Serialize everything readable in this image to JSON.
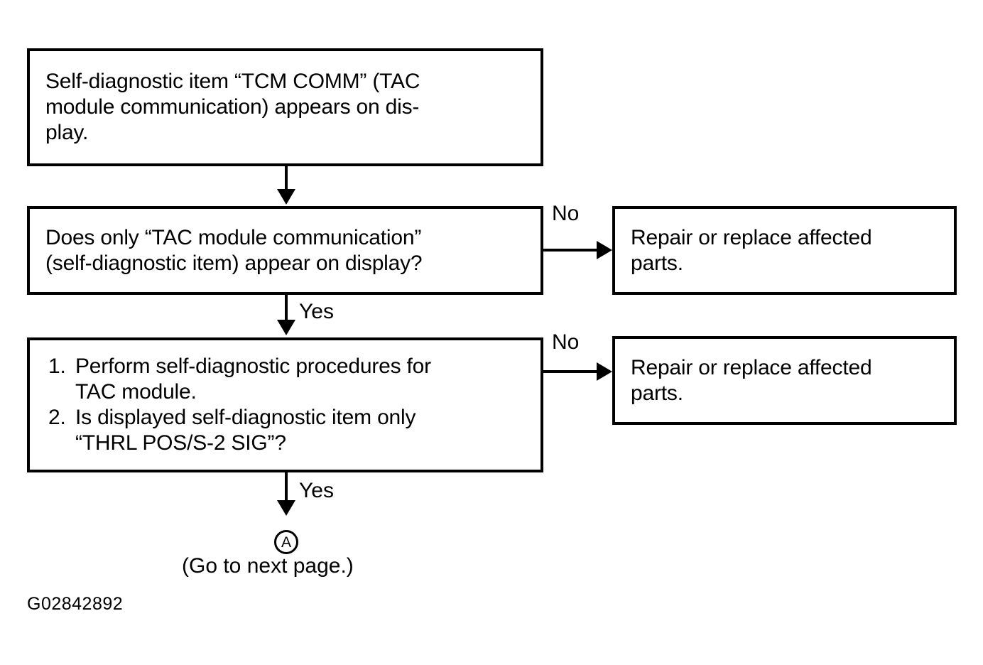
{
  "figure": {
    "id_label": "G02842892",
    "type": "flowchart",
    "title": ""
  },
  "nodes": {
    "start": {
      "name": "self-diagnostic-item-box",
      "text": "Self-diagnostic item “TCM COMM” (TAC\nmodule communication) appears on dis-\nplay."
    },
    "decision1": {
      "name": "decision-only-tac-module-communication",
      "text": "Does only “TAC module communication”\n(self-diagnostic item) appear on display?"
    },
    "decision2": {
      "name": "decision-perform-self-diagnostic",
      "items": [
        {
          "number": "1.",
          "text": "Perform self-diagnostic procedures for\nTAC module."
        },
        {
          "number": "2.",
          "text": "Is displayed self-diagnostic item only\n“THRL POS/S-2 SIG”?"
        }
      ]
    },
    "repair1": {
      "name": "repair-or-replace-box-upper",
      "text": "Repair or replace affected\nparts."
    },
    "repair2": {
      "name": "repair-or-replace-box-lower",
      "text": "Repair or replace affected\nparts."
    },
    "connector": {
      "name": "off-page-connector-a",
      "marker": "A",
      "caption": "(Go to next page.)"
    }
  },
  "edges": {
    "start_to_decision1": {
      "label": ""
    },
    "decision1_no": {
      "label": "No"
    },
    "decision1_yes": {
      "label": "Yes"
    },
    "decision2_no": {
      "label": "No"
    },
    "decision2_yes": {
      "label": "Yes"
    }
  },
  "colors": {
    "line": "#000000",
    "background": "#ffffff",
    "text": "#000000"
  }
}
